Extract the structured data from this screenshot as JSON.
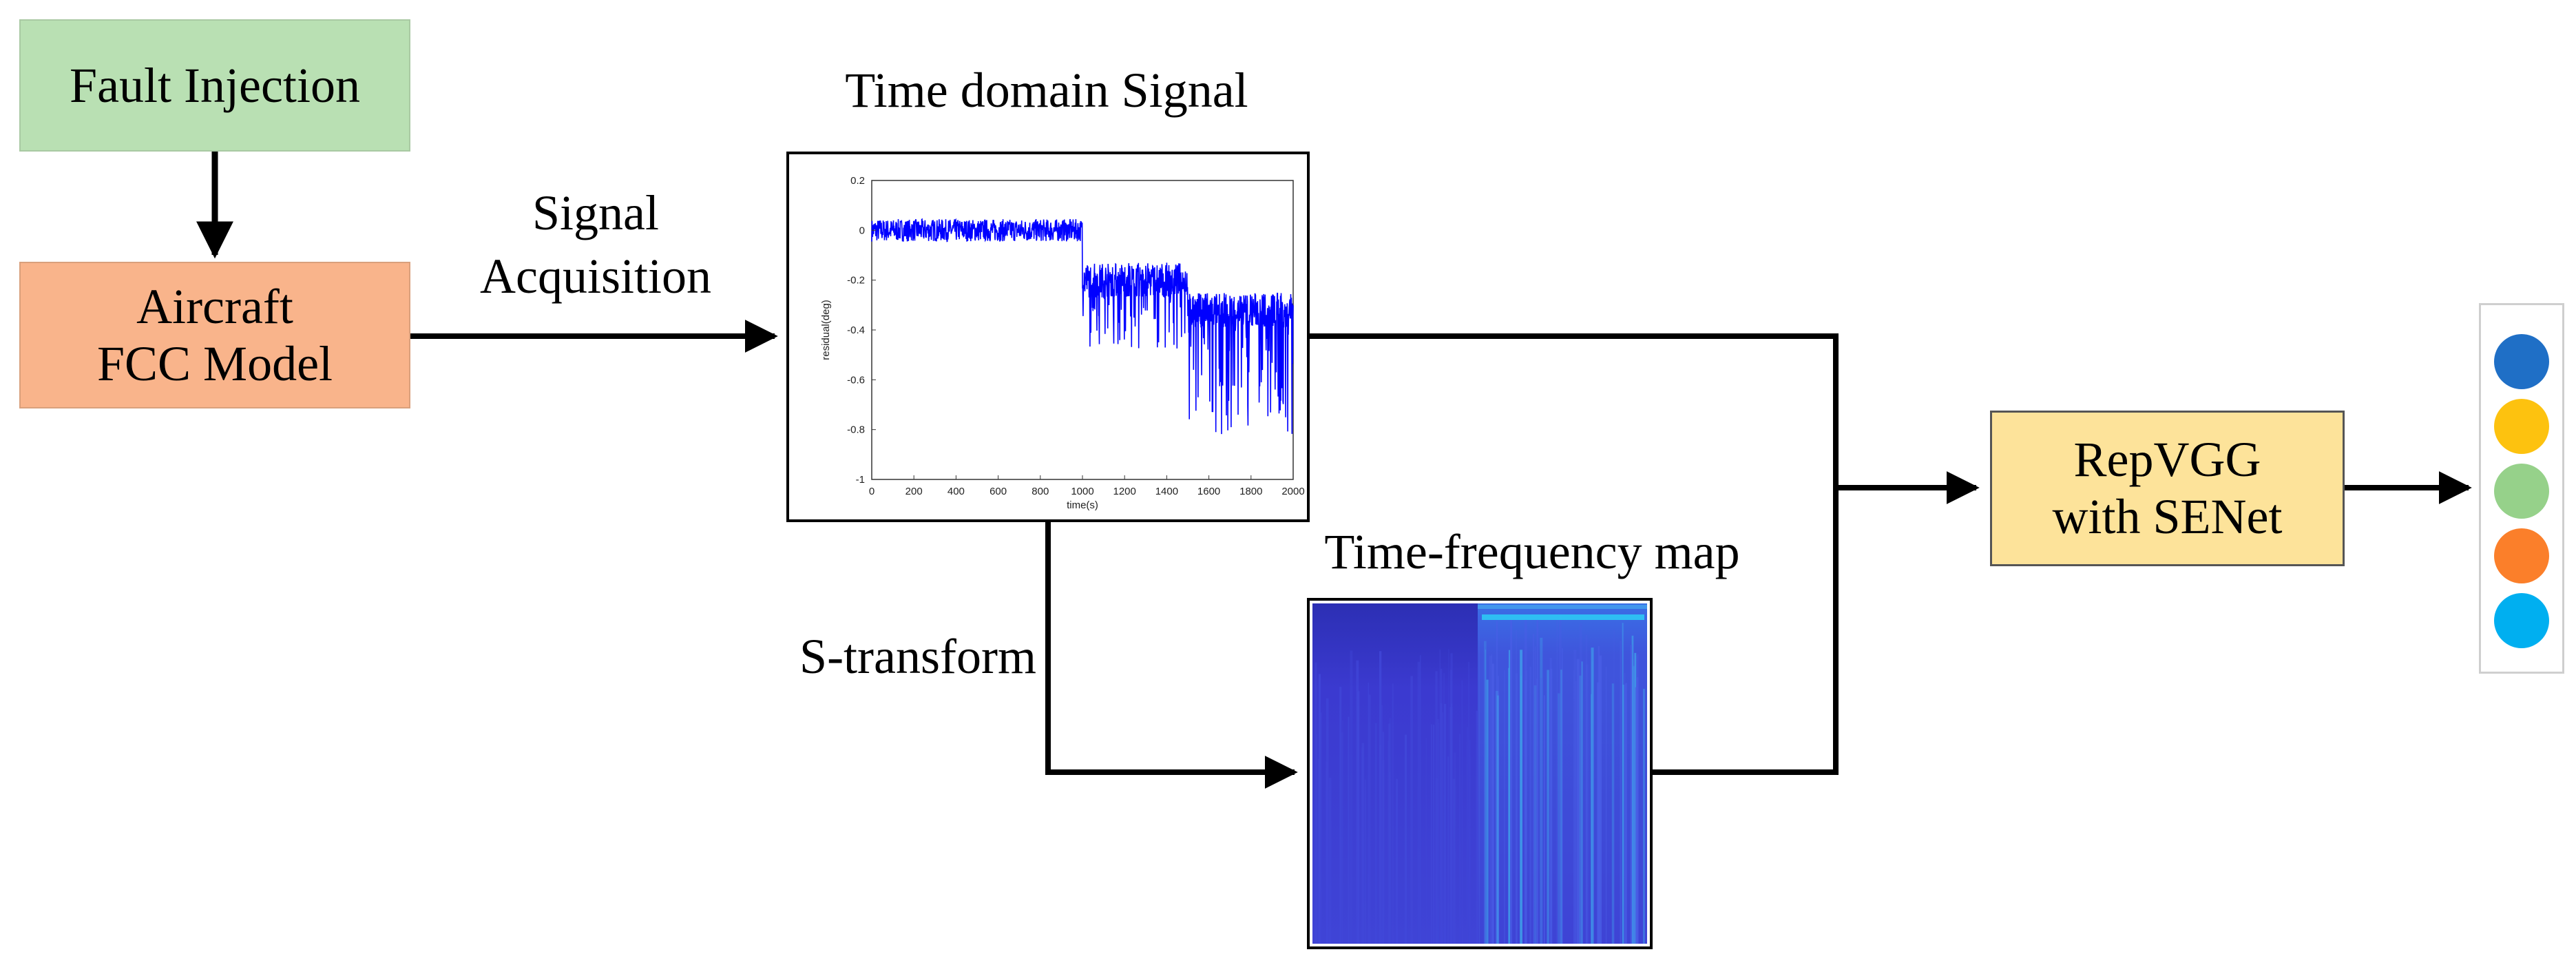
{
  "boxes": {
    "fault_injection": {
      "label": "Fault Injection",
      "color": "#b9e0b3"
    },
    "aircraft_fcc": {
      "line1": "Aircraft",
      "line2": "FCC Model",
      "color": "#f9b48b"
    },
    "repvgg": {
      "line1": "RepVGG",
      "line2": "with SENet",
      "color": "#fde39a"
    }
  },
  "labels": {
    "signal_acquisition_1": "Signal",
    "signal_acquisition_2": "Acquisition",
    "time_domain_signal": "Time domain Signal",
    "s_transform": "S-transform",
    "time_frequency_map": "Time-frequency map"
  },
  "chart_data": {
    "type": "line",
    "xlabel": "time(s)",
    "ylabel": "residual(deg)",
    "xlim": [
      0,
      2000
    ],
    "ylim": [
      -1,
      0.2
    ],
    "x_ticks": [
      "0",
      "200",
      "400",
      "600",
      "800",
      "1000",
      "1200",
      "1400",
      "1600",
      "1800",
      "2000"
    ],
    "y_ticks": [
      "0.2",
      "0",
      "-0.2",
      "-0.4",
      "-0.6",
      "-0.8",
      "-1"
    ],
    "segments": [
      {
        "x": [
          0,
          1000
        ],
        "y": 0.0
      },
      {
        "x": [
          1000,
          1500
        ],
        "y": -0.2
      },
      {
        "x": [
          1500,
          2000
        ],
        "y": -0.32
      }
    ],
    "series_color": "#0000ff"
  },
  "output_classes": [
    "#1f6fc6",
    "#fdc20f",
    "#96d18a",
    "#fb7f2a",
    "#00aff0"
  ],
  "colors": {
    "line": "#000000",
    "tf_base": "#3b34c8",
    "tf_highlight": "#2ec9f4"
  }
}
